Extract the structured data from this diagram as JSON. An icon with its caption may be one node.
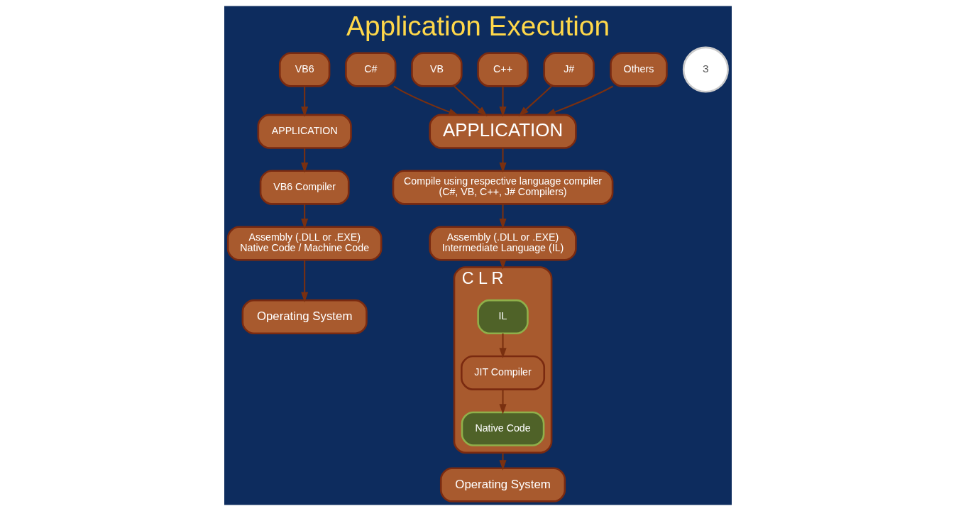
{
  "diagram": {
    "title": "Application Execution",
    "nodes": [
      {
        "text": [
          "VB6"
        ]
      },
      {
        "text": [
          "APPLICATION"
        ]
      },
      {
        "text": [
          "VB6 Compiler"
        ]
      },
      {
        "text": [
          "Assembly (.DLL or .EXE)",
          "Native Code / Machine Code"
        ]
      },
      {
        "text": [
          "Operating System"
        ]
      },
      {
        "text": [
          "C#"
        ]
      },
      {
        "text": [
          "VB"
        ]
      },
      {
        "text": [
          "C++"
        ]
      },
      {
        "text": [
          "J#"
        ]
      },
      {
        "text": [
          "Others"
        ]
      },
      {
        "text": [
          "APPLICATION"
        ]
      },
      {
        "text": [
          "Compile using respective language compiler",
          "(C#, VB, C++, J# Compilers)"
        ]
      },
      {
        "text": [
          "Assembly (.DLL or .EXE)",
          "Intermediate Language (IL)"
        ]
      },
      {
        "text": [
          "C L R"
        ]
      },
      {
        "text": [
          "IL"
        ],
        "in": 13
      },
      {
        "text": [
          "JIT Compiler"
        ],
        "in": 13
      },
      {
        "text": [
          "Native Code"
        ],
        "in": 13
      },
      {
        "text": [
          "Operating System"
        ]
      }
    ],
    "edges": [
      {
        "from": 0,
        "to": 1,
        "arrow": "to"
      },
      {
        "from": 1,
        "to": 2,
        "arrow": "to"
      },
      {
        "from": 2,
        "to": 3,
        "arrow": "to"
      },
      {
        "from": 3,
        "to": 4,
        "arrow": "to"
      },
      {
        "from": 5,
        "to": 10,
        "arrow": "to"
      },
      {
        "from": 6,
        "to": 10,
        "arrow": "to"
      },
      {
        "from": 7,
        "to": 10,
        "arrow": "to"
      },
      {
        "from": 8,
        "to": 10,
        "arrow": "to"
      },
      {
        "from": 9,
        "to": 10,
        "arrow": "to"
      },
      {
        "from": 10,
        "to": 11,
        "arrow": "to"
      },
      {
        "from": 11,
        "to": 12,
        "arrow": "to"
      },
      {
        "from": 12,
        "to": 13,
        "arrow": "to"
      },
      {
        "from": 14,
        "to": 15,
        "arrow": "to"
      },
      {
        "from": 15,
        "to": 16,
        "arrow": "to"
      },
      {
        "from": 13,
        "to": 17,
        "arrow": "to"
      }
    ],
    "labels": [
      "3"
    ]
  }
}
